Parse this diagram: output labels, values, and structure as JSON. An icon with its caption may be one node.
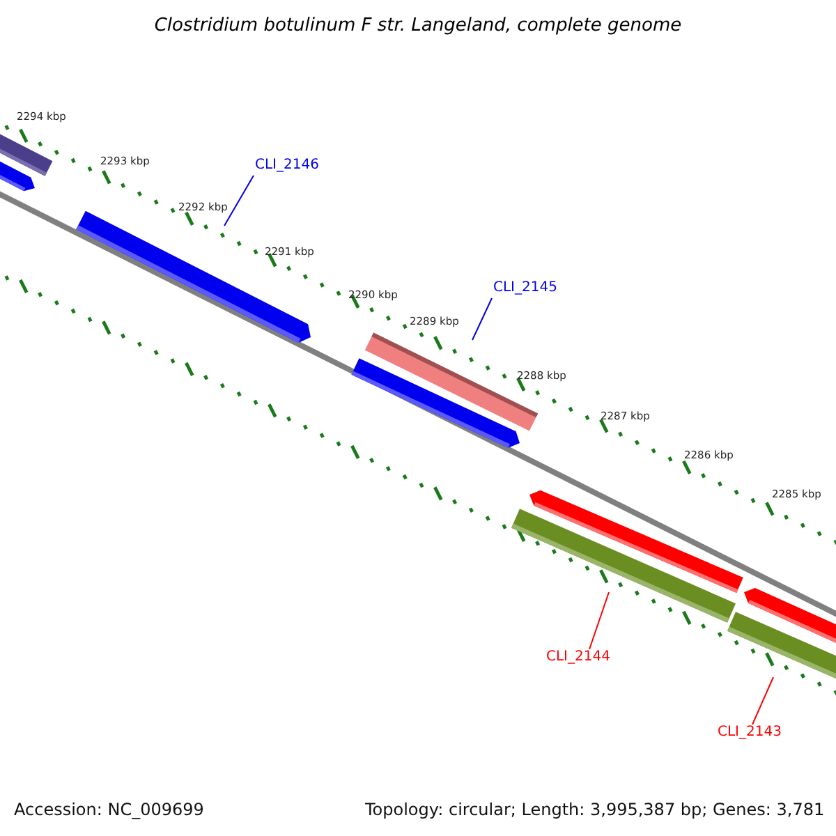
{
  "diagram": {
    "title": "Clostridium botulinum F str. Langeland, complete genome",
    "nodes": [
      {
        "text": [],
        "shape": "bar"
      },
      {
        "text": [],
        "shape": "bar"
      },
      {
        "text": [
          "CLI_2146"
        ]
      },
      {
        "text": [],
        "shape": "bar"
      },
      {
        "text": [
          "CLI_2145"
        ]
      },
      {
        "text": [],
        "shape": "bar"
      },
      {
        "text": [],
        "shape": "bar"
      },
      {
        "text": [],
        "shape": "bar"
      },
      {
        "text": [],
        "shape": "bar"
      },
      {
        "text": [],
        "shape": "bar"
      },
      {
        "text": [],
        "shape": "bar"
      },
      {
        "text": [
          "CLI_2144"
        ]
      },
      {
        "text": [
          "CLI_2143"
        ]
      }
    ],
    "edges": [
      {
        "from": 2,
        "to": null,
        "arrow": "none"
      },
      {
        "from": 4,
        "to": null,
        "arrow": "none"
      },
      {
        "from": 11,
        "to": null,
        "arrow": "none",
        "color": "#ff0000"
      },
      {
        "from": 12,
        "to": null,
        "arrow": "none",
        "color": "#ff0000"
      }
    ],
    "labels": [
      "2294 kbp",
      "2293 kbp",
      "2292 kbp",
      "2291 kbp",
      "2290 kbp",
      "2289 kbp",
      "2288 kbp",
      "2287 kbp",
      "2286 kbp",
      "2285 kbp",
      "Accession: NC_009699",
      "Topology: circular; Length: 3,995,387 bp; Genes: 3,781"
    ]
  }
}
